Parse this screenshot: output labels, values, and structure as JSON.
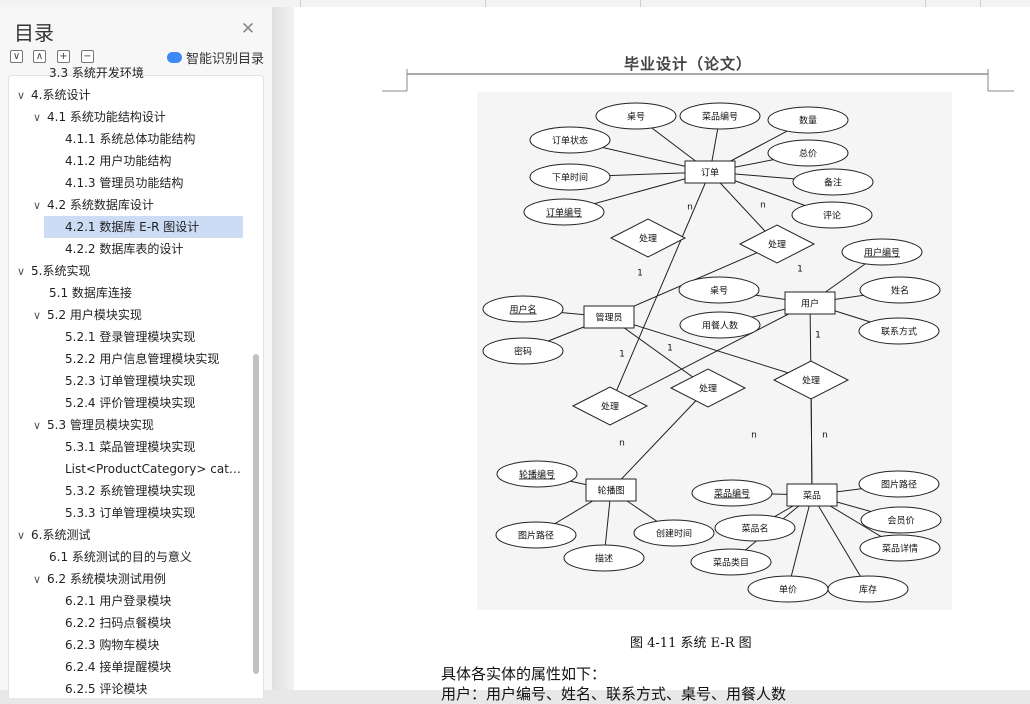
{
  "sidebar": {
    "title": "目录",
    "controls": [
      "∨",
      "∧",
      "+",
      "−"
    ],
    "smart_label": "智能识别目录",
    "items": [
      {
        "text": "3.3 系统开发环境",
        "arrow": ""
      },
      {
        "text": "4.系统设计",
        "arrow": "∨"
      },
      {
        "text": "4.1 系统功能结构设计",
        "arrow": "∨"
      },
      {
        "text": "4.1.1  系统总体功能结构",
        "arrow": ""
      },
      {
        "text": "4.1.2  用户功能结构",
        "arrow": ""
      },
      {
        "text": "4.1.3  管理员功能结构",
        "arrow": ""
      },
      {
        "text": "4.2  系统数据库设计",
        "arrow": "∨"
      },
      {
        "text": "4.2.1  数据库 E-R 图设计",
        "arrow": ""
      },
      {
        "text": "4.2.2  数据库表的设计",
        "arrow": ""
      },
      {
        "text": "5.系统实现",
        "arrow": "∨"
      },
      {
        "text": "5.1 数据库连接",
        "arrow": ""
      },
      {
        "text": "5.2 用户模块实现",
        "arrow": "∨"
      },
      {
        "text": "5.2.1  登录管理模块实现",
        "arrow": ""
      },
      {
        "text": "5.2.2  用户信息管理模块实现",
        "arrow": ""
      },
      {
        "text": "5.2.3  订单管理模块实现",
        "arrow": ""
      },
      {
        "text": "5.2.4  评价管理模块实现",
        "arrow": ""
      },
      {
        "text": "5.3  管理员模块实现",
        "arrow": "∨"
      },
      {
        "text": "5.3.1  菜品管理模块实现",
        "arrow": ""
      },
      {
        "text": "List<ProductCategory> cat…",
        "arrow": ""
      },
      {
        "text": "5.3.2  系统管理模块实现",
        "arrow": ""
      },
      {
        "text": "5.3.3  订单管理模块实现",
        "arrow": ""
      },
      {
        "text": "6.系统测试",
        "arrow": "∨"
      },
      {
        "text": "6.1 系统测试的目的与意义",
        "arrow": ""
      },
      {
        "text": "6.2  系统模块测试用例",
        "arrow": "∨"
      },
      {
        "text": "6.2.1  用户登录模块",
        "arrow": ""
      },
      {
        "text": "6.2.2  扫码点餐模块",
        "arrow": ""
      },
      {
        "text": "6.2.3  购物车模块",
        "arrow": ""
      },
      {
        "text": "6.2.4  接单提醒模块",
        "arrow": ""
      },
      {
        "text": "6.2.5  评论模块",
        "arrow": ""
      }
    ]
  },
  "document": {
    "header": "毕业设计（论文）",
    "caption": "图 4-11  系统 E-R 图",
    "body_line1": "具体各实体的属性如下：",
    "body_line2": "用户：用户编号、姓名、联系方式、桌号、用餐人数"
  },
  "er_diagram": {
    "entities": [
      "订单",
      "管理员",
      "用户",
      "轮播图",
      "菜品"
    ],
    "relationships": [
      "处理",
      "处理",
      "处理",
      "处理",
      "处理"
    ],
    "attributes": [
      "桌号",
      "菜品编号",
      "数量",
      "订单状态",
      "总价",
      "下单时间",
      "备注",
      "订单编号",
      "评论",
      "用户编号",
      "用户名",
      "桌号",
      "姓名",
      "密码",
      "用餐人数",
      "联系方式",
      "轮播编号",
      "菜品编号",
      "图片路径",
      "图片路径",
      "菜品名",
      "创建时间",
      "会员价",
      "菜品详情",
      "描述",
      "菜品类目",
      "单价",
      "库存"
    ],
    "cardinalities": [
      "n",
      "n",
      "1",
      "1",
      "1",
      "1",
      "1",
      "n",
      "n",
      "n"
    ]
  }
}
